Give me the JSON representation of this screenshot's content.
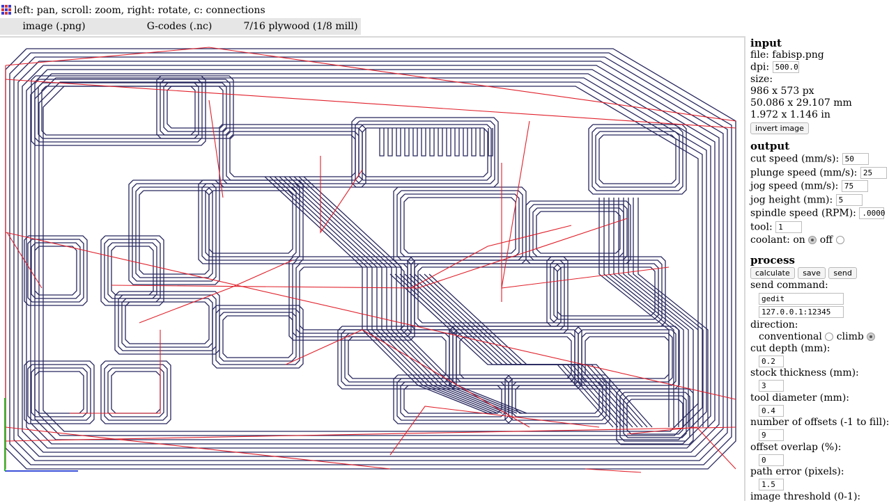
{
  "hint": "left: pan, scroll: zoom, right: rotate, c: connections",
  "tabs": [
    "image (.png)",
    "G-codes (.nc)",
    "7/16 plywood (1/8 mill)"
  ],
  "input": {
    "heading": "input",
    "file": "file: fabisp.png",
    "dpi_label": "dpi:",
    "dpi_value": "500.0",
    "size_label": "size:",
    "size_px": "986 x 573 px",
    "size_mm": "50.086 x 29.107 mm",
    "size_in": "1.972 x 1.146 in",
    "invert_button": "invert image"
  },
  "output": {
    "heading": "output",
    "cut_speed_label": "cut speed (mm/s):",
    "cut_speed": "50",
    "plunge_speed_label": "plunge speed (mm/s):",
    "plunge_speed": "25",
    "jog_speed_label": "jog speed (mm/s):",
    "jog_speed": "75",
    "jog_height_label": "jog height (mm):",
    "jog_height": "5",
    "spindle_label": "spindle speed (RPM):",
    "spindle": ".0000",
    "tool_label": "tool:",
    "tool": "1",
    "coolant_label": "coolant: on",
    "coolant_off_label": "off",
    "coolant_selected": "on"
  },
  "process": {
    "heading": "process",
    "calculate": "calculate",
    "save": "save",
    "send": "send",
    "send_command_label": "send command:",
    "send_command": "gedit",
    "server": "127.0.0.1:12345",
    "direction_label": "direction:",
    "conventional_label": "conventional",
    "climb_label": "climb",
    "direction_selected": "climb",
    "cut_depth_label": "cut depth (mm):",
    "cut_depth": "0.2",
    "stock_label": "stock thickness (mm):",
    "stock": "3",
    "tool_diameter_label": "tool diameter (mm):",
    "tool_diameter": "0.4",
    "offsets_label": "number of offsets (-1 to fill):",
    "offsets": "9",
    "overlap_label": "offset overlap (%):",
    "overlap": "0",
    "path_error_label": "path error (pixels):",
    "path_error": "1.5",
    "threshold_label": "image threshold (0-1):"
  },
  "colors": {
    "toolpath": "#26265e",
    "jog": "#e0202a",
    "axis_x": "#3a50d8",
    "axis_y": "#25c025",
    "tab_bar": "#e6e6e6"
  }
}
